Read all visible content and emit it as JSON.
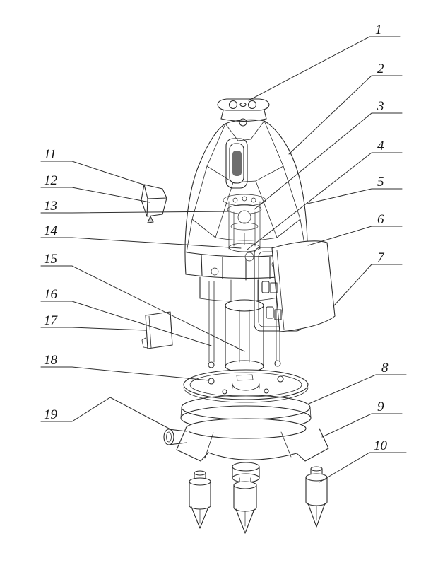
{
  "figure": {
    "kind": "exploded-view technical line drawing",
    "subject": "laser level instrument with dome housing, base plate and plumb-bob feet",
    "colors": {
      "line": "#2b2b2b",
      "background": "#ffffff"
    },
    "callouts": [
      {
        "label": "1"
      },
      {
        "label": "2"
      },
      {
        "label": "3"
      },
      {
        "label": "4"
      },
      {
        "label": "5"
      },
      {
        "label": "6"
      },
      {
        "label": "7"
      },
      {
        "label": "8"
      },
      {
        "label": "9"
      },
      {
        "label": "10"
      },
      {
        "label": "11"
      },
      {
        "label": "12"
      },
      {
        "label": "13"
      },
      {
        "label": "14"
      },
      {
        "label": "15"
      },
      {
        "label": "16"
      },
      {
        "label": "17"
      },
      {
        "label": "18"
      },
      {
        "label": "19"
      }
    ]
  }
}
